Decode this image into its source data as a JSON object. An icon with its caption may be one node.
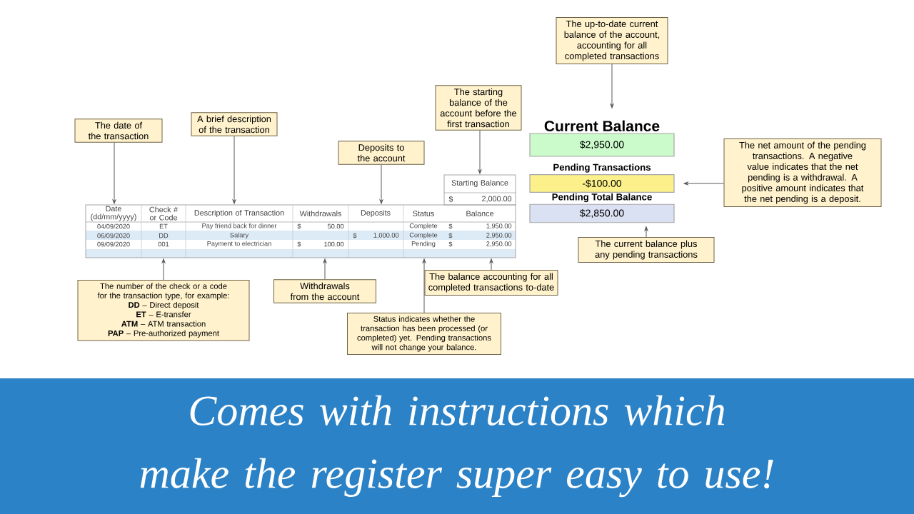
{
  "diagram": {
    "nodes": [
      {
        "text": [
          "The date of the transaction"
        ]
      },
      {
        "text": [
          "A brief description of the transaction"
        ]
      },
      {
        "text": [
          "Deposits to the account"
        ]
      },
      {
        "text": [
          "The starting balance of the account before the first transaction"
        ]
      },
      {
        "text": [
          "The up-to-date current balance of the account, accounting for all completed transactions"
        ]
      },
      {
        "text": [
          "Current Balance",
          "$2,950.00"
        ]
      },
      {
        "text": [
          "Pending Transactions",
          "-$100.00"
        ]
      },
      {
        "text": [
          "Pending Total Balance",
          "$2,850.00"
        ]
      },
      {
        "text": [
          "The net amount of the pending transactions. A negative value indicates that the net pending is a withdrawal. A positive amount indicates that the net pending is a deposit."
        ]
      },
      {
        "text": [
          "The current balance plus any pending transactions"
        ]
      },
      {
        "text": [
          "The number of the check or a code for the transaction type, for example:",
          "**DD** – Direct deposit",
          "**ET** – E-transfer",
          "**ATM** – ATM transaction",
          "**PAP** – Pre-authorized payment"
        ]
      },
      {
        "text": [
          "Withdrawals from the account"
        ]
      },
      {
        "text": [
          "The balance accounting for all completed transactions to-date"
        ]
      },
      {
        "text": [
          "Status indicates whether the transaction has been processed (or completed) yet. Pending transactions will not change your balance."
        ]
      },
      {
        "text": [],
        "shape": "box"
      },
      {
        "text": [],
        "shape": "box"
      }
    ],
    "edges": [
      {
        "from": 0,
        "to": 15,
        "arrow": "to"
      },
      {
        "from": 1,
        "to": 15,
        "arrow": "to"
      },
      {
        "from": 2,
        "to": 15,
        "arrow": "to"
      },
      {
        "from": 3,
        "to": 14,
        "arrow": "to"
      },
      {
        "from": 4,
        "to": 5,
        "arrow": "to"
      },
      {
        "from": 8,
        "to": 6,
        "arrow": "to"
      },
      {
        "from": 9,
        "to": 7,
        "arrow": "to"
      },
      {
        "from": 10,
        "to": 15,
        "arrow": "to"
      },
      {
        "from": 11,
        "to": 15,
        "arrow": "to"
      },
      {
        "from": 12,
        "to": 15,
        "arrow": "to"
      },
      {
        "from": 13,
        "to": 15,
        "arrow": "to"
      }
    ],
    "labels": [
      "Starting Balance",
      "$",
      "2,000.00",
      "Date (dd/mm/yyyy)",
      "Check # or Code",
      "Description of Transaction",
      "Withdrawals",
      "Deposits",
      "Status",
      "Balance",
      "04/09/2020",
      "ET",
      "Pay friend back for dinner",
      "$",
      "50.00",
      "Complete",
      "$",
      "1,950.00",
      "06/09/2020",
      "DD",
      "Salary",
      "$",
      "1,000.00",
      "Complete",
      "$",
      "2,950.00",
      "09/09/2020",
      "001",
      "Payment to electrician",
      "$",
      "100.00",
      "Pending",
      "$",
      "2,950.00",
      "Comes with instructions which make the register super easy to use!"
    ]
  }
}
